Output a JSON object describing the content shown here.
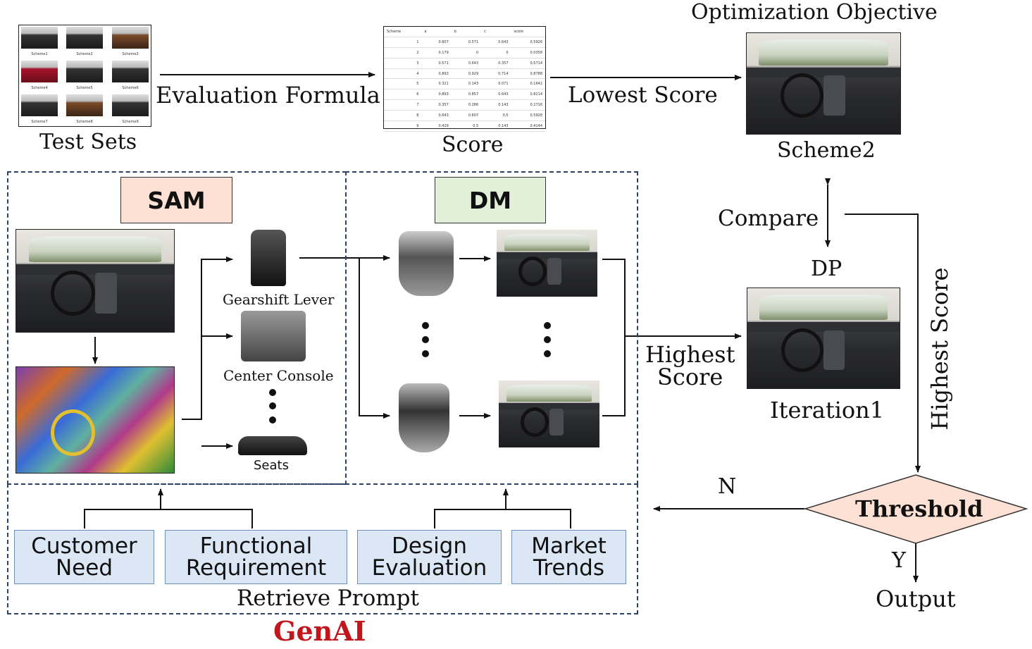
{
  "test_sets": {
    "label": "Test Sets",
    "thumbs": [
      "Scheme1",
      "Scheme2",
      "Scheme3",
      "Scheme4",
      "Scheme5",
      "Scheme6",
      "Scheme7",
      "Scheme8",
      "Scheme9"
    ]
  },
  "score_table": {
    "label": "Score",
    "headers": [
      "Scheme",
      "a",
      "b",
      "c",
      "score"
    ],
    "rows": [
      [
        "1",
        "0.607",
        "0.571",
        "0.643",
        "0.5926"
      ],
      [
        "2",
        "0.179",
        "0",
        "0",
        "0.0358"
      ],
      [
        "3",
        "0.571",
        "0.643",
        "0.357",
        "0.5714"
      ],
      [
        "4",
        "0.893",
        "0.929",
        "0.714",
        "0.8788"
      ],
      [
        "5",
        "0.321",
        "0.143",
        "0.071",
        "0.1642"
      ],
      [
        "6",
        "0.893",
        "0.857",
        "0.643",
        "0.8214"
      ],
      [
        "7",
        "0.357",
        "0.286",
        "0.143",
        "0.2716"
      ],
      [
        "8",
        "0.643",
        "0.607",
        "0.5",
        "0.5928"
      ],
      [
        "9",
        "0.429",
        "0.5",
        "0.143",
        "0.4144"
      ]
    ]
  },
  "arrows": {
    "evaluation_formula": "Evaluation Formula",
    "lowest_score": "Lowest Score",
    "compare": "Compare",
    "highest_score_mid": [
      "Highest",
      "Score"
    ],
    "highest_score_right": "Highest Score",
    "n": "N",
    "y": "Y"
  },
  "objective": {
    "title": "Optimization Objective",
    "caption": "Scheme2"
  },
  "iteration": {
    "dp": "DP",
    "caption": "Iteration1"
  },
  "sam": {
    "label": "SAM",
    "color": "#fce1d4"
  },
  "dm": {
    "label": "DM",
    "color": "#e2efd9"
  },
  "parts": {
    "gearshift": "Gearshift Lever",
    "console": "Center Console",
    "seats": "Seats"
  },
  "prompt_boxes": [
    {
      "line1": "Customer",
      "line2": "Need"
    },
    {
      "line1": "Functional",
      "line2": "Requirement"
    },
    {
      "line1": "Design",
      "line2": "Evaluation"
    },
    {
      "line1": "Market",
      "line2": "Trends"
    }
  ],
  "retrieve_prompt": "Retrieve Prompt",
  "genai": {
    "label": "GenAI",
    "color": "#c0161c"
  },
  "threshold": {
    "label": "Threshold",
    "color": "#fce1d4"
  },
  "output": "Output"
}
